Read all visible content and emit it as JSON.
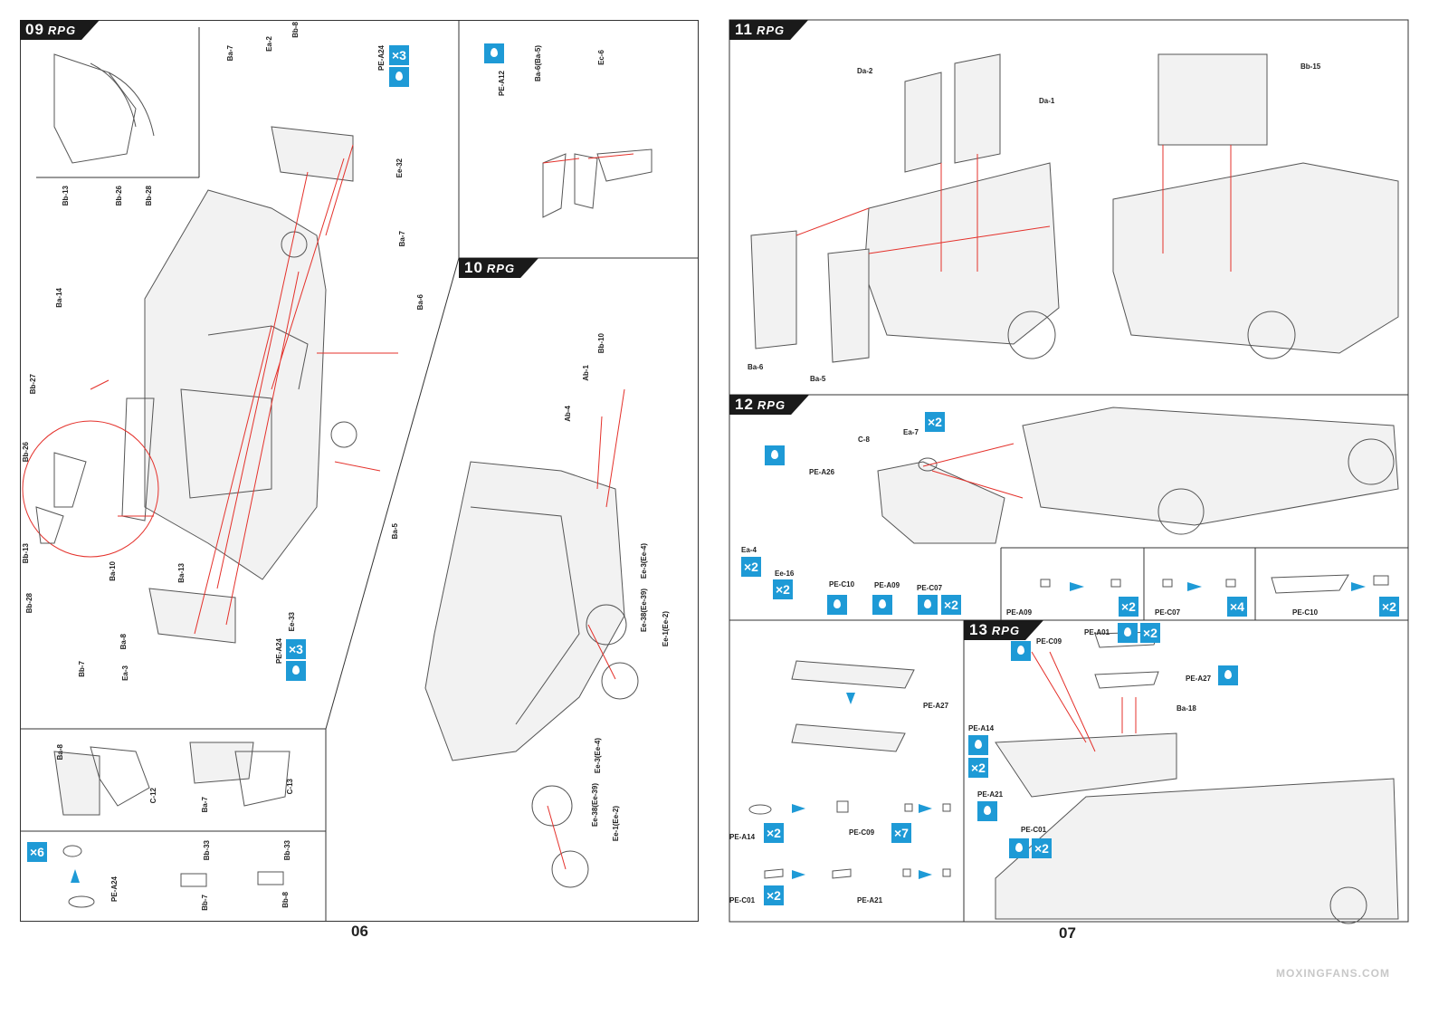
{
  "brand": "RPG",
  "pages": {
    "left": "06",
    "right": "07"
  },
  "watermark": "MOXINGFANS.COM",
  "steps": {
    "s09": {
      "num": "09",
      "labels": [
        "Bb-8",
        "Ea-2",
        "Ba-7",
        "PE-A24",
        "Ee-32",
        "Bb-13",
        "Bb-26",
        "Bb-28",
        "Ba-14",
        "Bb-27",
        "Ba-6",
        "Ba-10",
        "Ba-13",
        "Ba-8",
        "Ea-3",
        "Bb-7",
        "Ee-33",
        "Ba-5"
      ],
      "badge": "×3",
      "badge2": "×3"
    },
    "s09b": {
      "labels": [
        "Ba-8",
        "C-12",
        "Ba-7",
        "C-13"
      ]
    },
    "s09c": {
      "badge": "×6",
      "labels": [
        "PE-A24",
        "Bb-33",
        "Bb-7",
        "Bb-33",
        "Bb-8"
      ]
    },
    "s09d": {
      "labels": [
        "PE-A12",
        "Ba-6(Ba-5)",
        "Ec-6"
      ]
    },
    "s10": {
      "num": "10",
      "labels": [
        "Bb-10",
        "Ab-1",
        "Ab-4",
        "Ee-3(Ee-4)",
        "Ee-38(Ee-39)",
        "Ee-1(Ee-2)",
        "Ee-3(Ee-4)",
        "Ee-38(Ee-39)",
        "Ee-1(Ee-2)"
      ]
    },
    "s11": {
      "num": "11",
      "labels": [
        "Da-2",
        "Da-1",
        "Ba-6",
        "Ba-5",
        "Bb-15"
      ]
    },
    "s12": {
      "num": "12",
      "labels": [
        "C-8",
        "Ea-7",
        "PE-A26",
        "Ea-4",
        "Ee-16",
        "PE-C10",
        "PE-A09",
        "PE-C07"
      ],
      "badges": [
        "×2",
        "×2",
        "×2",
        "×2"
      ]
    },
    "s12b": {
      "labels": [
        "PE-A09",
        "PE-C07",
        "PE-C10"
      ],
      "badges": [
        "×2",
        "×4",
        "×2"
      ]
    },
    "s13a": {
      "labels": [
        "PE-A27",
        "PE-A14",
        "PE-C09",
        "PE-C01",
        "PE-A21"
      ],
      "badges": [
        "×2",
        "×7",
        "×2"
      ]
    },
    "s13": {
      "num": "13",
      "labels": [
        "PE-C09",
        "PE-A01",
        "PE-A27",
        "Ba-18",
        "PE-A14",
        "PE-A21",
        "PE-C01"
      ],
      "badges": [
        "×2",
        "×2",
        "×2"
      ]
    }
  }
}
